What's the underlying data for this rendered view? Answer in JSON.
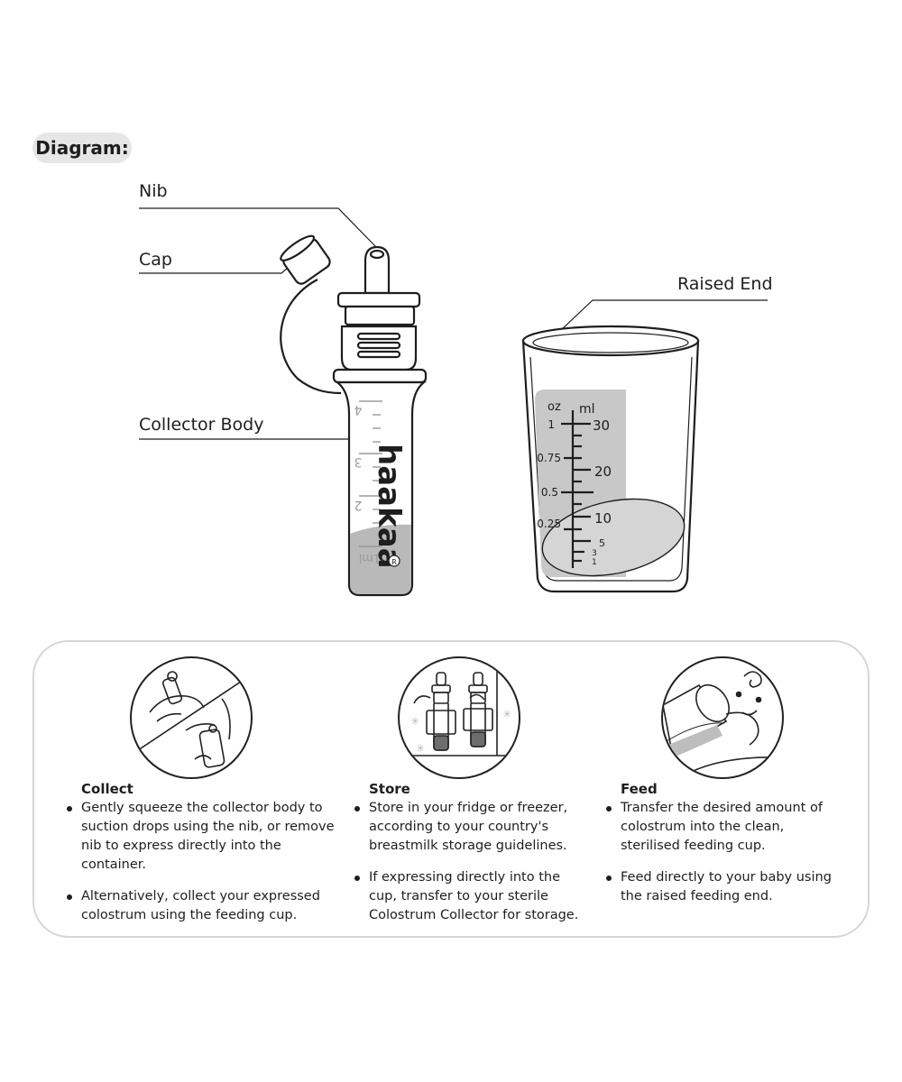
{
  "header": {
    "title": "Diagram:"
  },
  "labels": {
    "nib": "Nib",
    "cap": "Cap",
    "collector_body": "Collector Body",
    "raised_end": "Raised End"
  },
  "collector_markings": {
    "brand": "haakaa",
    "registered": "R",
    "unit": "1ml",
    "ticks": [
      "4",
      "3",
      "2"
    ]
  },
  "cup_scale": {
    "oz_label": "oz",
    "ml_label": "ml",
    "oz_values": [
      "1",
      "0.75",
      "0.5",
      "0.25"
    ],
    "ml_values": [
      "30",
      "20",
      "10",
      "5",
      "3",
      "1"
    ]
  },
  "steps": [
    {
      "title": "Collect",
      "icon": "squeeze-hand-icon",
      "bullets": [
        "Gently squeeze the collector body to suction drops using the nib, or remove nib to express directly into the container.",
        "Alternatively, collect your expressed colostrum using the feeding cup."
      ]
    },
    {
      "title": "Store",
      "icon": "fridge-icon",
      "bullets": [
        "Store in your fridge or freezer, according to your country's breastmilk storage guidelines.",
        "If expressing directly into the cup, transfer to your sterile Colostrum Collector for storage."
      ]
    },
    {
      "title": "Feed",
      "icon": "feeding-cup-icon",
      "bullets": [
        "Transfer the desired amount of colostrum into the clean, sterilised feeding cup.",
        "Feed directly to your baby using the raised feeding end."
      ]
    }
  ],
  "colors": {
    "liquid": "#b9b9b9",
    "scale_bg": "#c8c8c8",
    "panel_border": "#d6d6d6",
    "pill": "#e6e6e6"
  }
}
